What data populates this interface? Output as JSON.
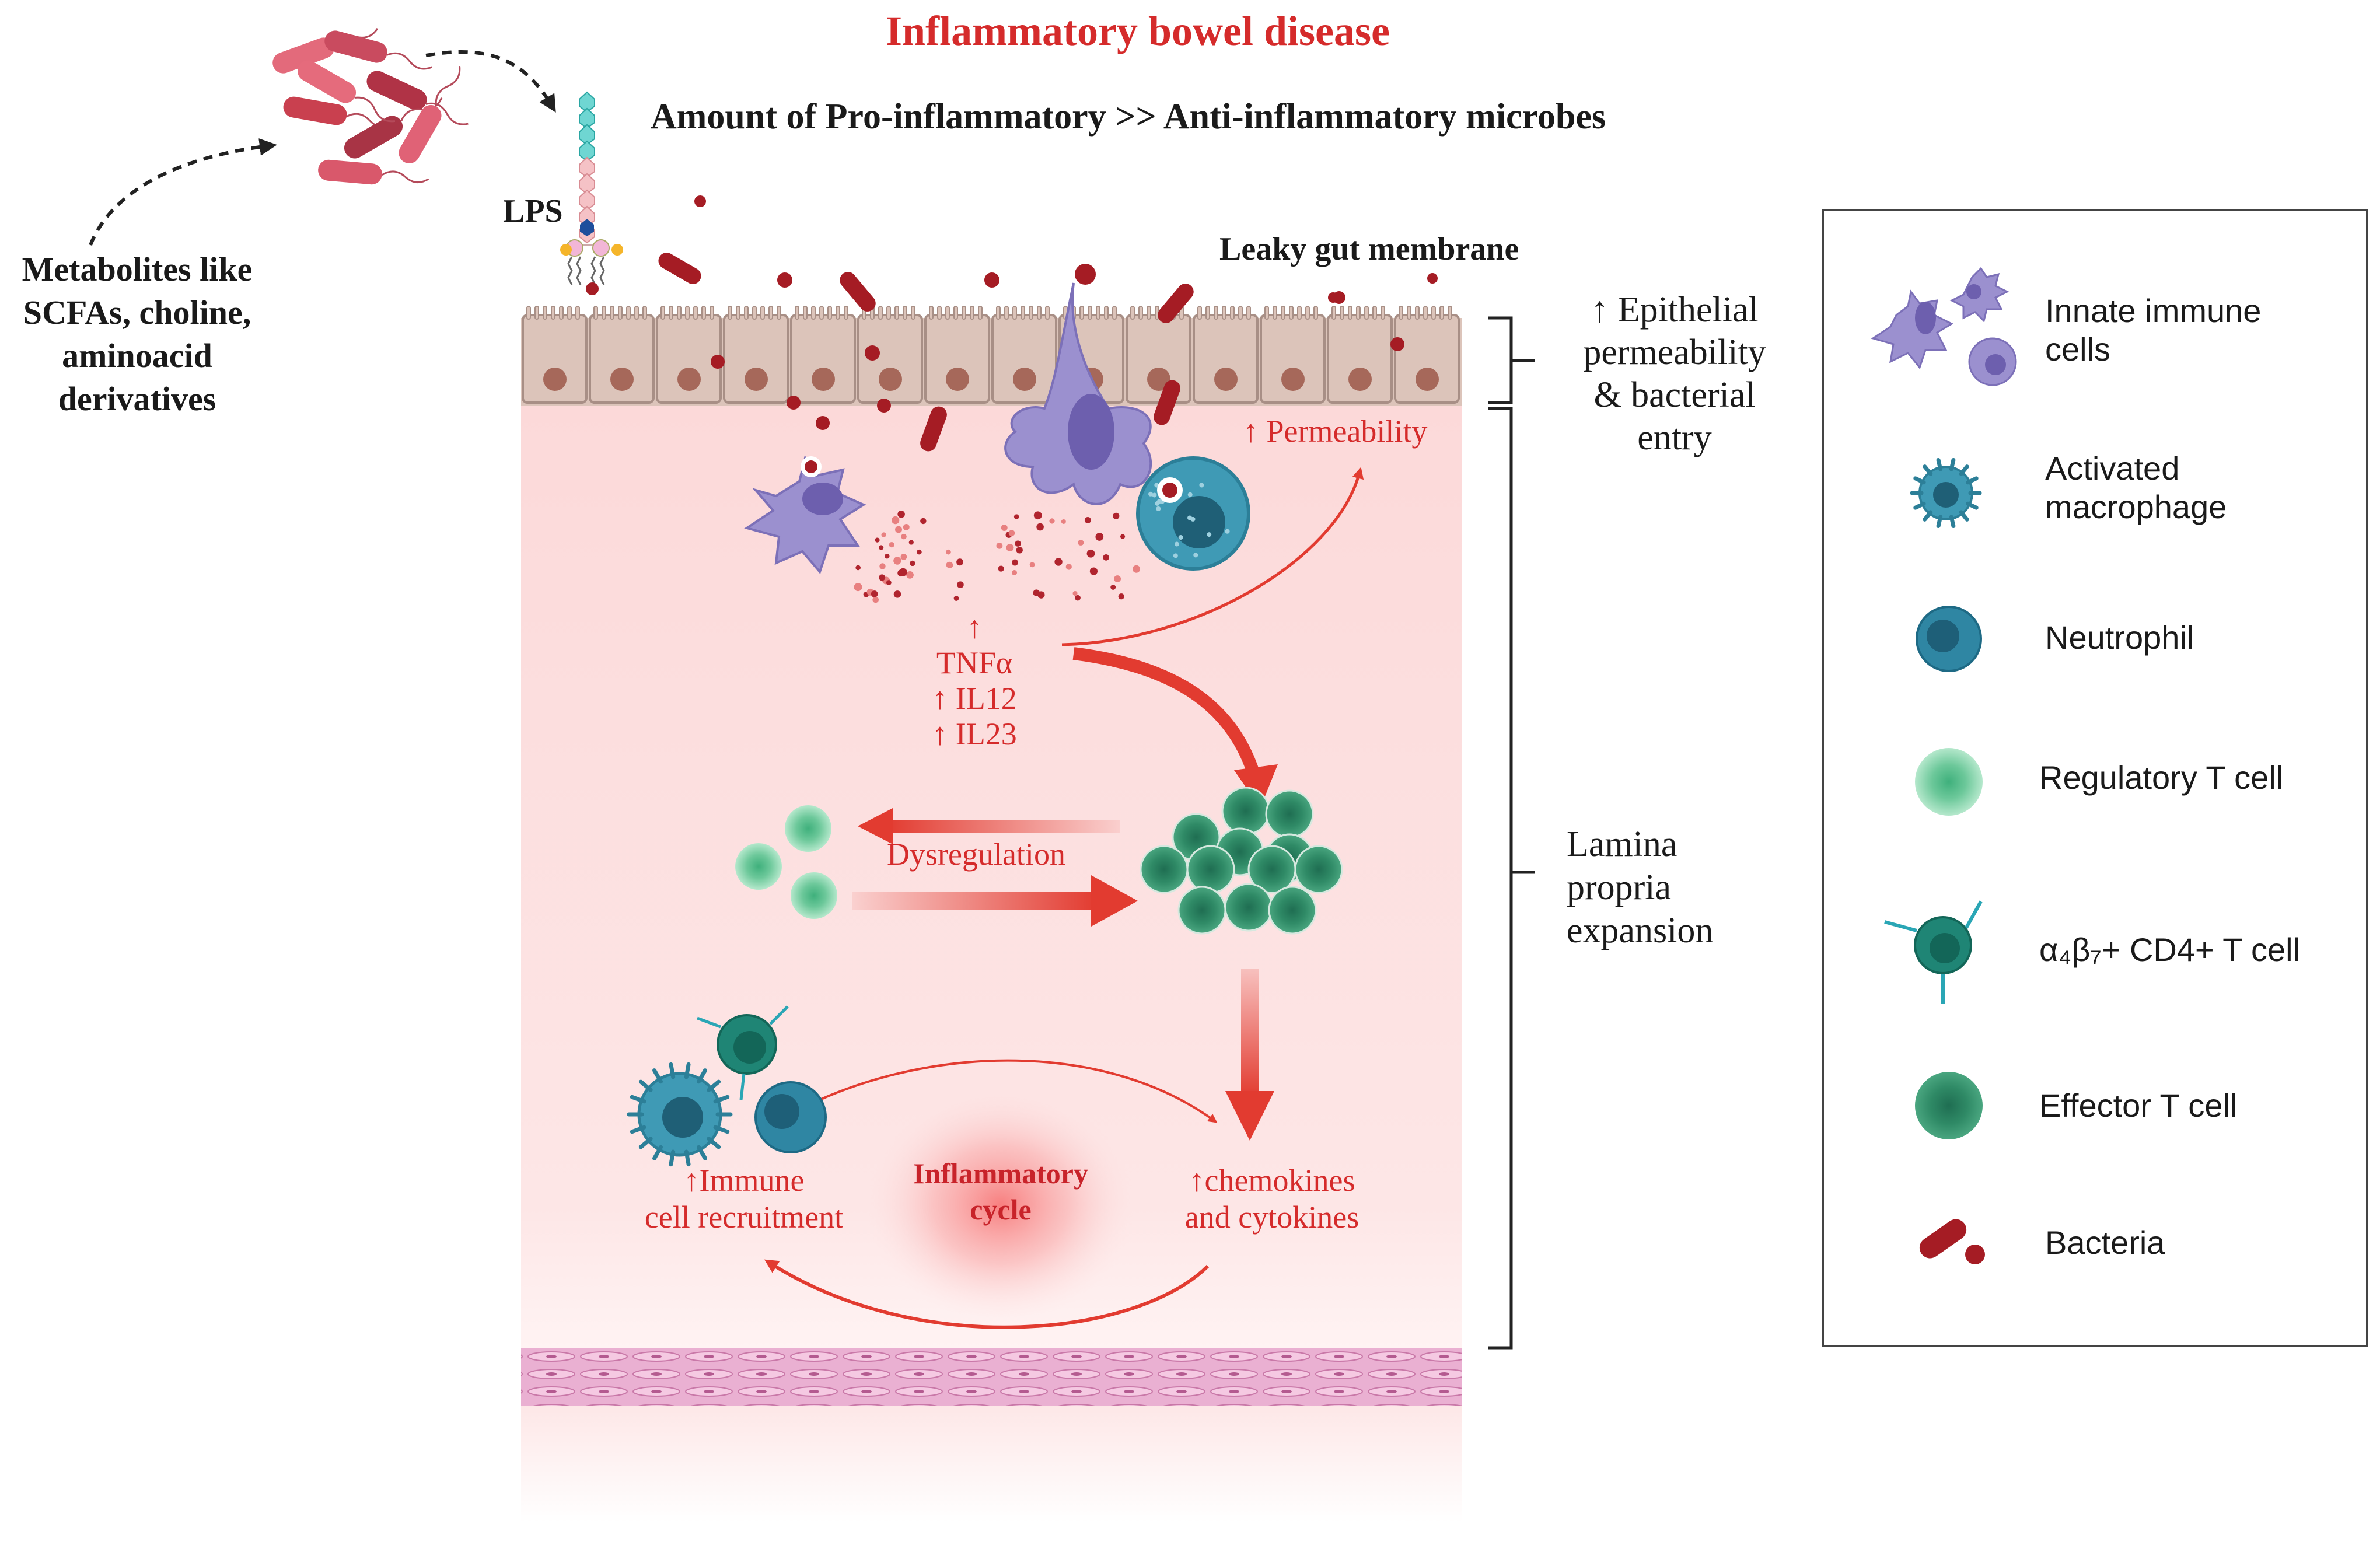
{
  "title": "Inflammatory bowel disease",
  "subtitle": "Amount of  Pro-inflammatory >> Anti-inflammatory microbes",
  "metabolites": [
    "Metabolites like",
    "SCFAs, choline,",
    "aminoacid",
    "derivatives"
  ],
  "lps_label": "LPS",
  "leaky_label": "Leaky gut membrane",
  "epithelial_label": [
    "↑ Epithelial",
    "permeability",
    "& bacterial",
    "entry"
  ],
  "lamina_label": [
    "Lamina",
    "propria",
    "expansion"
  ],
  "permeability_label": "↑ Permeability",
  "cytokines": [
    "↑",
    "TNFα",
    "↑ IL12",
    "↑ IL23"
  ],
  "dysregulation_label": "Dysregulation",
  "immune_recruitment": [
    "↑Immune",
    "cell recruitment"
  ],
  "chemokines": [
    "↑chemokines",
    "and cytokines"
  ],
  "cycle_label": [
    "Inflammatory",
    "cycle"
  ],
  "legend": [
    {
      "label_lines": [
        "Innate immune",
        "cells"
      ],
      "icon": "innate-immune-cells-icon"
    },
    {
      "label_lines": [
        "Activated",
        "macrophage"
      ],
      "icon": "activated-macrophage-icon"
    },
    {
      "label_lines": [
        "Neutrophil"
      ],
      "icon": "neutrophil-icon"
    },
    {
      "label_lines": [
        "Regulatory T cell"
      ],
      "icon": "regulatory-t-cell-icon"
    },
    {
      "label_lines": [
        "α₄β₇+ CD4+ T cell"
      ],
      "icon": "a4b7-cd4-t-cell-icon"
    },
    {
      "label_lines": [
        "Effector T cell"
      ],
      "icon": "effector-t-cell-icon"
    },
    {
      "label_lines": [
        "Bacteria"
      ],
      "icon": "bacteria-icon"
    }
  ],
  "colors": {
    "title_red": "#d52b2b",
    "tissue_pink": "#fde3e3",
    "epithelium": "#d9c0b6",
    "bacteria": "#a51c24",
    "innate_cell": "#9b90cf",
    "macrophage": "#2f8fa8",
    "effector_t": "#3a9a72",
    "regulatory_t": "#8fd8ad",
    "muscle": "#e7a1c8"
  }
}
